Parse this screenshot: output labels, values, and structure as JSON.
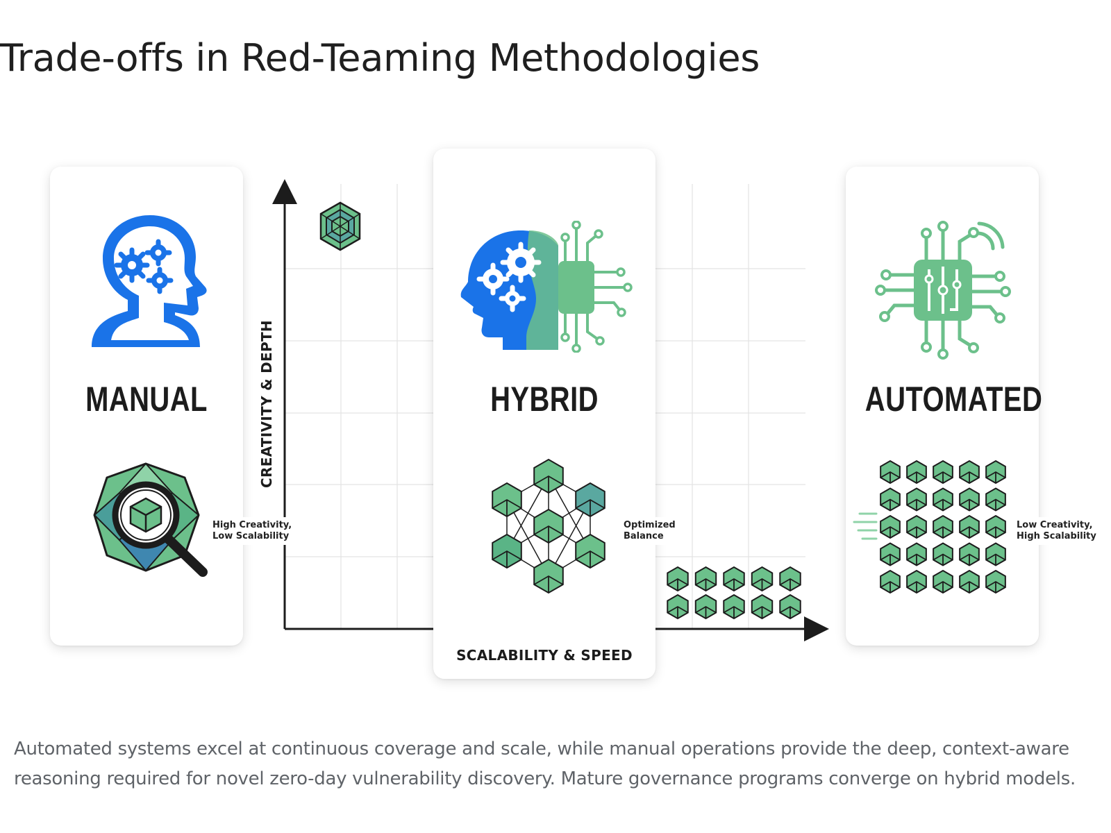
{
  "title": "Trade-offs in Red-Teaming Methodologies",
  "chart": {
    "y_axis_label": "CREATIVITY & DEPTH",
    "x_axis_label": "SCALABILITY & SPEED"
  },
  "cards": {
    "manual": {
      "title": "MANUAL",
      "callout_line1": "High Creativity,",
      "callout_line2": "Low Scalability"
    },
    "hybrid": {
      "title": "HYBRID",
      "callout_line1": "Optimized",
      "callout_line2": "Balance"
    },
    "automated": {
      "title": "AUTOMATED",
      "callout_line1": "Low Creativity,",
      "callout_line2": "High Scalability"
    }
  },
  "icons": [
    "head-gears-icon",
    "circuit-chip-icon",
    "geometric-cluster-icon",
    "magnifier-icon",
    "cube-grid-icon"
  ],
  "colors": {
    "blue": "#1a73e8",
    "green": "#6cc08b",
    "dark": "#1c1c1c",
    "caption": "#5f6368"
  },
  "caption": "Automated systems excel at continuous coverage and scale, while manual operations provide the deep, context-aware reasoning required for novel zero-day vulnerability discovery. Mature governance programs converge on hybrid models."
}
